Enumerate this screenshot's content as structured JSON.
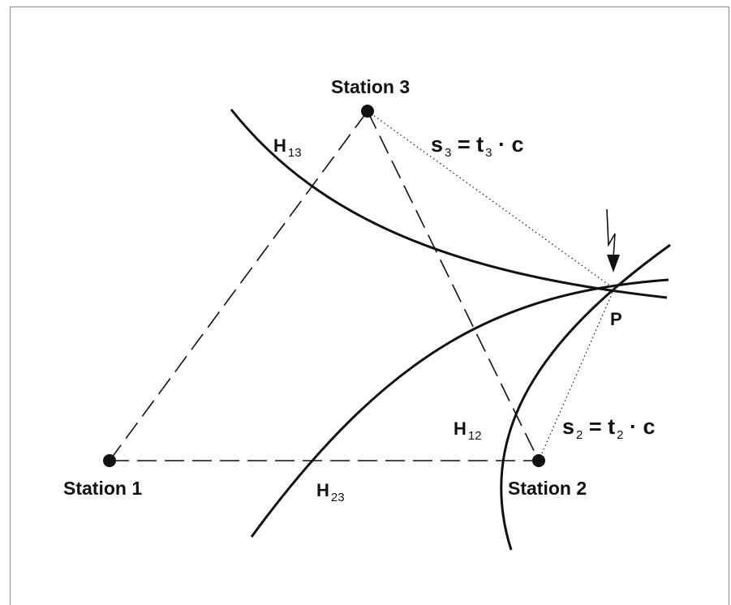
{
  "stations": [
    {
      "id": "station-1",
      "label": "Station 1"
    },
    {
      "id": "station-2",
      "label": "Station 2"
    },
    {
      "id": "station-3",
      "label": "Station 3"
    }
  ],
  "hyperbolas": [
    {
      "id": "h13",
      "base": "H",
      "sub": "13"
    },
    {
      "id": "h12",
      "base": "H",
      "sub": "12"
    },
    {
      "id": "h23",
      "base": "H",
      "sub": "23"
    }
  ],
  "point": {
    "label": "P"
  },
  "equations": {
    "s3": {
      "s": "s",
      "s_sub": "3",
      "eq": " = ",
      "t": "t",
      "t_sub": "3",
      "tail": " · c"
    },
    "s2": {
      "s": "s",
      "s_sub": "2",
      "eq": " = ",
      "t": "t",
      "t_sub": "2",
      "tail": " · c"
    }
  }
}
